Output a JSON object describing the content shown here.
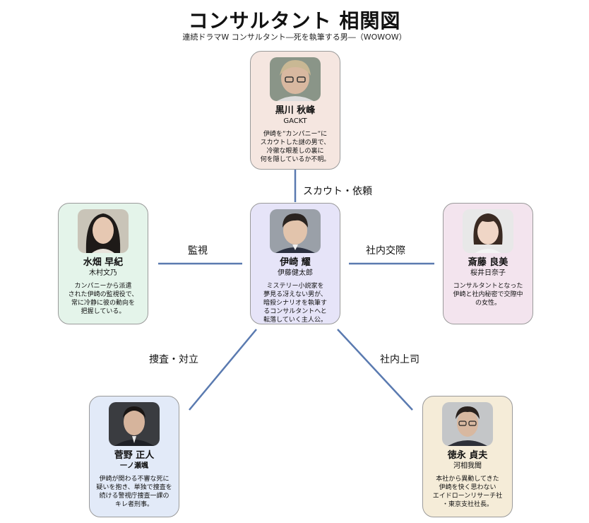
{
  "header": {
    "title": "コンサルタント 相関図",
    "subtitle": "連続ドラマW コンサルタント―死を執筆する男―（WOWOW）"
  },
  "characters": {
    "kurokawa": {
      "name": "黒川 秋峰",
      "actor": "GACKT",
      "desc": [
        "伊崎を”カンパニー”に",
        "スカウトした謎の男で、",
        "冷徹な眼差しの裏に",
        "何を隠しているか不明。"
      ]
    },
    "izaki": {
      "name": "伊崎 耀",
      "actor": "伊藤健太郎",
      "desc": [
        "ミステリー小説家を",
        "夢見る冴えない男が、",
        "暗殺シナリオを執筆す",
        "るコンサルタントへと",
        "転落していく主人公。"
      ]
    },
    "mizuhata": {
      "name": "水畑 早紀",
      "actor": "木村文乃",
      "desc": [
        "カンパニーから派遣",
        "された伊崎の監視役で、",
        "常に冷静に彼の動向を",
        "把握している。"
      ]
    },
    "saito": {
      "name": "斎藤 良美",
      "actor": "桜井日奈子",
      "desc": [
        "コンサルタントとなった",
        "伊崎と社内秘密で交際中",
        "の女性。"
      ]
    },
    "sugano": {
      "name": "菅野 正人",
      "actor": "一ノ瀬颯",
      "desc": [
        "伊崎が関わる不審な死に",
        "疑いを抱き、単独で捜査を",
        "続ける警視庁捜査一課の",
        "キレ者刑事。"
      ]
    },
    "tokunaga": {
      "name": "徳永 貞夫",
      "actor": "河相我聞",
      "desc": [
        "本社から異動してきた",
        "伊崎を快く思わない",
        "エイドローンリサーチ社",
        "・東京支社社長。"
      ]
    }
  },
  "relations": {
    "scout": "スカウト・依頼",
    "watch": "監視",
    "romance": "社内交際",
    "investigate": "捜査・対立",
    "boss": "社内上司"
  },
  "colors": {
    "kurokawa_bg": "#f5e6e0",
    "izaki_bg": "#e6e4f8",
    "mizuhata_bg": "#e4f4ea",
    "saito_bg": "#f3e4ee",
    "sugano_bg": "#e2eaf8",
    "tokunaga_bg": "#f5ecd8",
    "line": "#5a7ab0"
  }
}
